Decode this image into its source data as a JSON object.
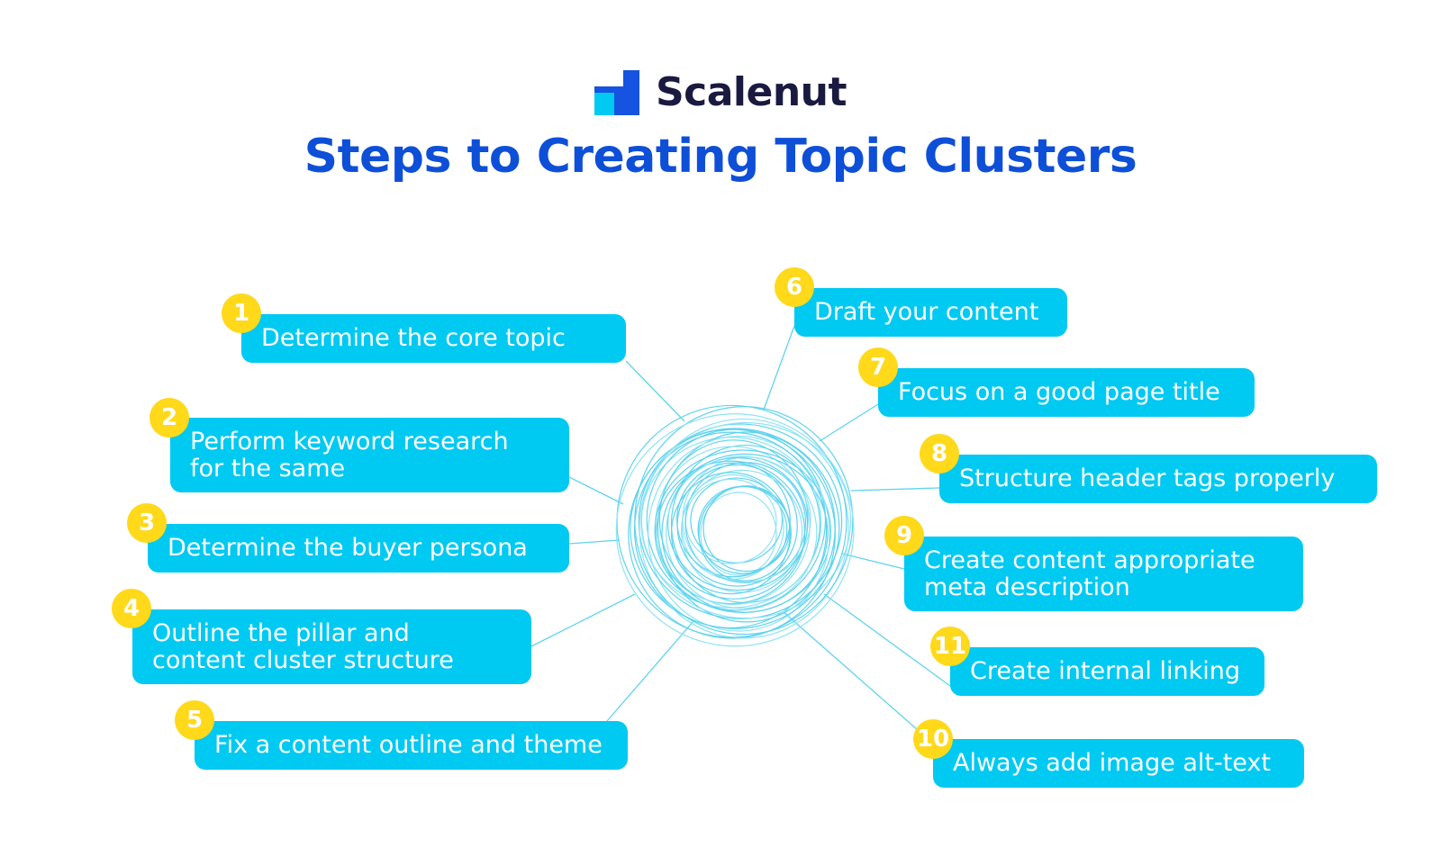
{
  "brand": {
    "name": "Scalenut",
    "logo_icon": "scalenut-logo-icon"
  },
  "title": "Steps to Creating Topic Clusters",
  "colors": {
    "title": "#0e4fd8",
    "brand_text": "#1a1a40",
    "box": "#00c9f2",
    "badge": "#ffd91a",
    "lines": "#5fd3ee"
  },
  "steps": [
    {
      "number": "1",
      "text": "Determine the core topic"
    },
    {
      "number": "2",
      "text": "Perform keyword research\nfor the same"
    },
    {
      "number": "3",
      "text": "Determine the buyer persona"
    },
    {
      "number": "4",
      "text": "Outline the pillar and\ncontent cluster structure"
    },
    {
      "number": "5",
      "text": "Fix a content outline and theme"
    },
    {
      "number": "6",
      "text": "Draft your content"
    },
    {
      "number": "7",
      "text": "Focus on a good page title"
    },
    {
      "number": "8",
      "text": "Structure header tags properly"
    },
    {
      "number": "9",
      "text": "Create content appropriate\nmeta description"
    },
    {
      "number": "11",
      "text": "Create internal linking"
    },
    {
      "number": "10",
      "text": "Always add image alt-text"
    }
  ]
}
